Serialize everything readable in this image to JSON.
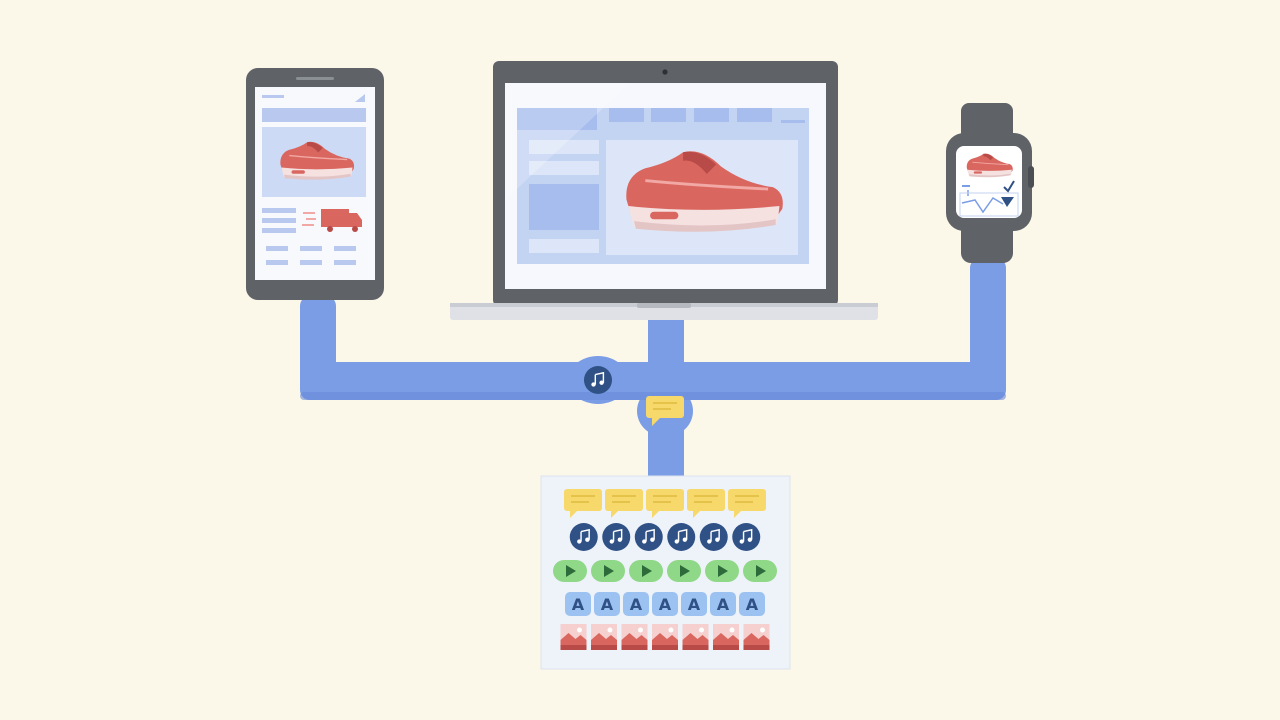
{
  "scene": {
    "background": "#fbf8ea",
    "pipe_color": "#7b9de6",
    "device_frame": "#5f6368",
    "screen_fill": "#dce6f8",
    "shoe_color": "#d9675f",
    "bubble_color": "#f7d86b",
    "note_color": "#2f5186",
    "play_color": "#8fd888"
  },
  "devices": [
    {
      "kind": "tablet",
      "icon": "tablet-icon"
    },
    {
      "kind": "laptop",
      "icon": "laptop-icon"
    },
    {
      "kind": "smartwatch",
      "icon": "watch-icon"
    }
  ],
  "hub_icons": [
    "music-note-icon",
    "chat-bubble-icon"
  ],
  "content_library": {
    "rows": [
      {
        "kind": "chat-bubble",
        "icon": "chat-bubble-icon",
        "count": 5
      },
      {
        "kind": "music-note",
        "icon": "music-note-icon",
        "count": 6
      },
      {
        "kind": "video-play",
        "icon": "play-icon",
        "count": 6
      },
      {
        "kind": "text",
        "icon": "text-a-icon",
        "count": 7,
        "glyph": "A"
      },
      {
        "kind": "image",
        "icon": "image-icon",
        "count": 7
      }
    ]
  }
}
